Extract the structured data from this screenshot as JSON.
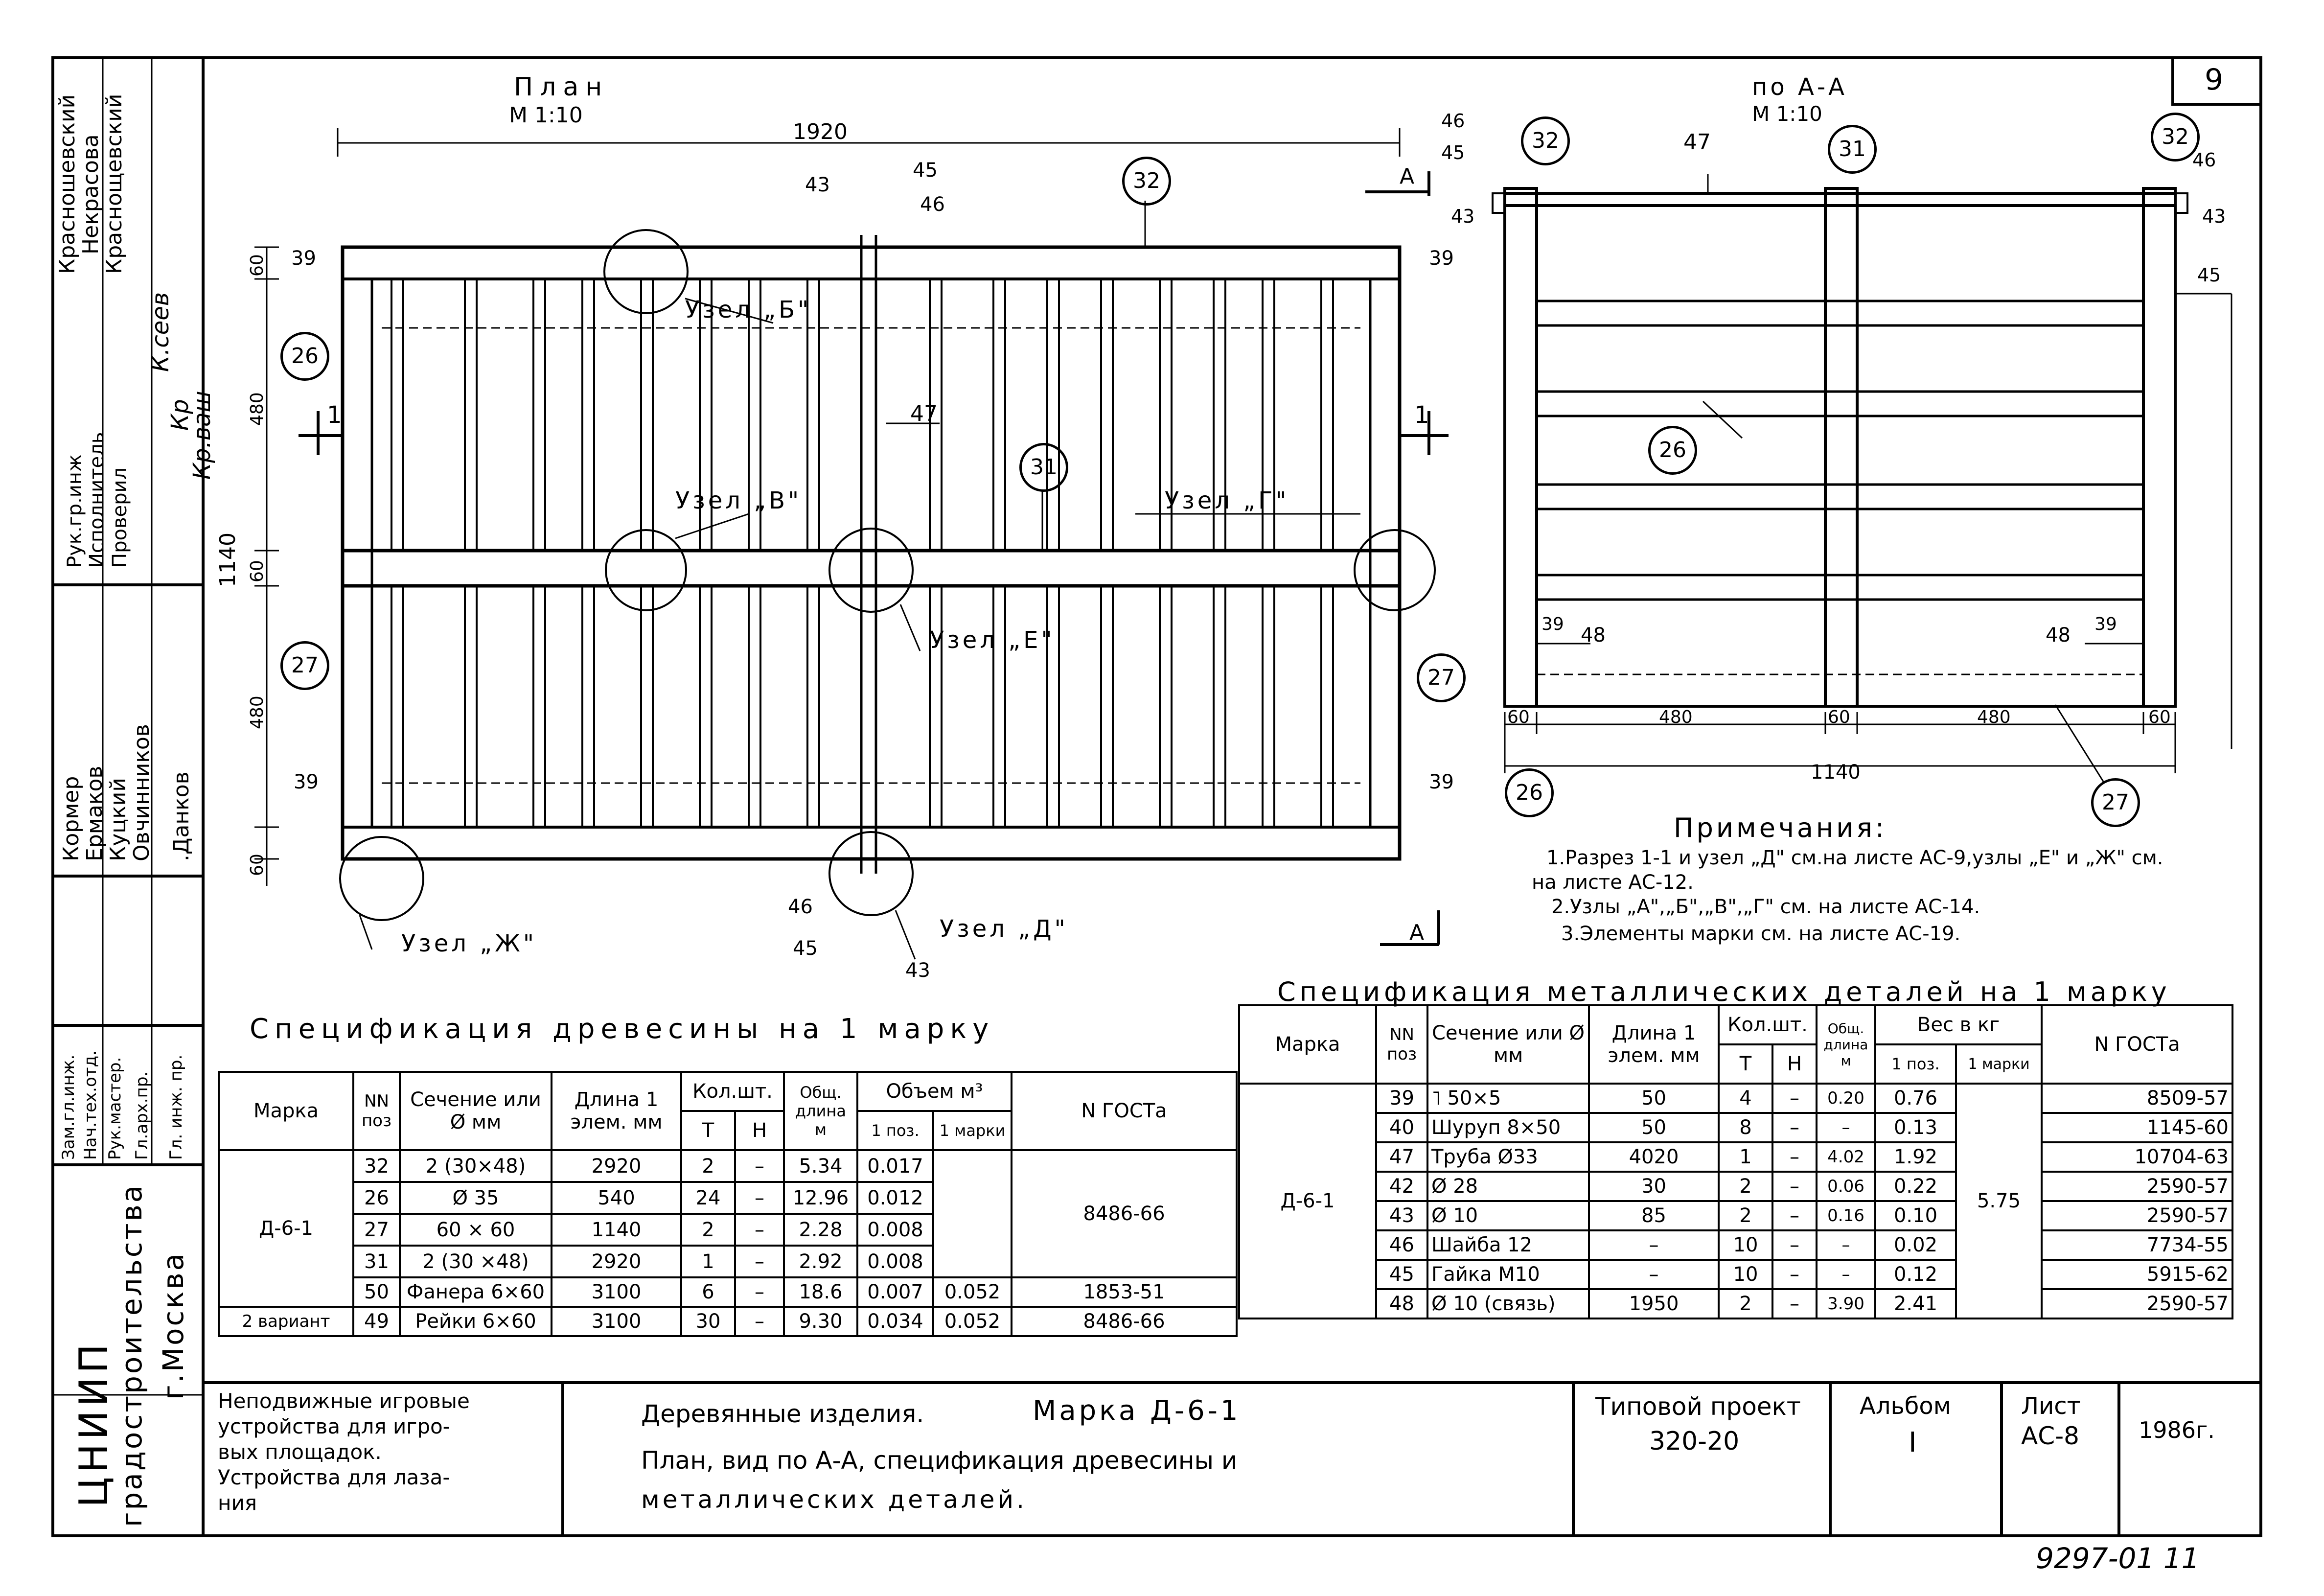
{
  "sheet": {
    "number": "9",
    "stamp": "9297-01  11"
  },
  "side_block": {
    "persons": [
      {
        "role": "",
        "name": "Красношевский"
      },
      {
        "role": "",
        "name": "Некрасова"
      },
      {
        "role": "",
        "name": "Краснощевский"
      },
      {
        "role": "",
        "name": "К.сеев"
      },
      {
        "role": "",
        "name": "Кр"
      },
      {
        "role": "",
        "name": "Кр.ваш"
      }
    ],
    "roles_mid": [
      "Рук.гр.инж",
      "Исполнитель",
      "Проверил"
    ],
    "roles_low": [
      "Кормер",
      "Ермаков",
      "Куцкий",
      "Овчинников",
      ".Данков"
    ],
    "roles_bottom": [
      "Зам.гл.инж.",
      "Нач.тех.отд.",
      "Рук.мастер.",
      "Гл.арх.пр.",
      "Гл. инж. пр."
    ],
    "org": "ЦНИИП",
    "org2": "градостроительства",
    "org3": "г.Москва"
  },
  "plan": {
    "title": "План",
    "scale": "М 1:10",
    "dim_top": "1920",
    "dims_left": [
      "60",
      "480",
      "60",
      "480",
      "60"
    ],
    "dim_total": "1140",
    "uzel_b": "Узел „Б\"",
    "uzel_v": "Узел „В\"",
    "uzel_g": "Узел „Г\"",
    "uzel_e": "Узел „Е\"",
    "uzel_d": "Узел „Д\"",
    "uzel_zh": "Узел „Ж\"",
    "marks": {
      "m26": "26",
      "m27": "27",
      "m31": "31",
      "m32": "32",
      "m47": "47",
      "m39": "39",
      "m43": "43",
      "m45": "45",
      "m46": "46",
      "cut1": "1",
      "cutA": "А"
    }
  },
  "section": {
    "title": "по А-А",
    "scale": "М 1:10",
    "dims": [
      "60",
      "480",
      "60",
      "480",
      "60"
    ],
    "dim_total": "1140",
    "marks": {
      "m32": "32",
      "m31": "31",
      "m26": "26",
      "m27": "27",
      "m47": "47",
      "m46": "46",
      "m45": "45",
      "m43": "43",
      "m48": "48",
      "m39": "39"
    }
  },
  "notes": {
    "title": "Примечания:",
    "lines": [
      "1.Разрез 1-1 и узел „Д\" см.на листе АС-9,узлы „Е\" и „Ж\" см.",
      "на листе АС-12.",
      "2.Узлы „А\",„Б\",„В\",„Г\" см. на листе АС-14.",
      "3.Элементы марки см. на листе АС-19."
    ]
  },
  "wood_spec": {
    "title": "Спецификация древесины на 1 марку",
    "headers": {
      "mark": "Марка",
      "pos": "NN поз",
      "section": "Сечение или Ø мм",
      "length": "Длина 1 элем. мм",
      "qty": "Кол.шт.",
      "qty_t": "Т",
      "qty_n": "Н",
      "total_len": "Общ. длина м",
      "volume": "Объем м³",
      "vol1": "1 поз.",
      "vol2": "1 марки",
      "gost": "N ГОСТа"
    },
    "mark_value": "Д-6-1",
    "rows": [
      {
        "pos": "32",
        "section": "2 (30×48)",
        "length": "2920",
        "t": "2",
        "n": "–",
        "total": "5.34",
        "v1": "0.017"
      },
      {
        "pos": "26",
        "section": "Ø 35",
        "length": "540",
        "t": "24",
        "n": "–",
        "total": "12.96",
        "v1": "0.012"
      },
      {
        "pos": "27",
        "section": "60 × 60",
        "length": "1140",
        "t": "2",
        "n": "–",
        "total": "2.28",
        "v1": "0.008"
      },
      {
        "pos": "31",
        "section": "2 (30 ×48)",
        "length": "2920",
        "t": "1",
        "n": "–",
        "total": "2.92",
        "v1": "0.008"
      },
      {
        "pos": "50",
        "section": "Фанера 6×60",
        "length": "3100",
        "t": "6",
        "n": "–",
        "total": "18.6",
        "v1": "0.007"
      }
    ],
    "vol_mark_1": "0.052",
    "gost_main": "8486-66",
    "gost_row5": "1853-51",
    "variant_row": {
      "mark": "2 вариант",
      "pos": "49",
      "section": "Рейки 6×60",
      "length": "3100",
      "t": "30",
      "n": "–",
      "total": "9.30",
      "v1": "0.034",
      "v2": "0.052",
      "gost": "8486-66"
    }
  },
  "metal_spec": {
    "title": "Спецификация металлических деталей на 1 марку",
    "headers": {
      "mark": "Марка",
      "pos": "NN поз",
      "section": "Сечение или Ø мм",
      "length": "Длина 1 элем. мм",
      "qty": "Кол.шт.",
      "qty_t": "Т",
      "qty_n": "Н",
      "total_len": "Общ. длина м",
      "weight": "Вес в кг",
      "w1": "1 поз.",
      "w2": "1 марки",
      "gost": "N ГОСТа"
    },
    "mark_value": "Д-6-1",
    "weight_mark": "5.75",
    "rows": [
      {
        "pos": "39",
        "section": "˥ 50×5",
        "length": "50",
        "t": "4",
        "n": "–",
        "total": "0.20",
        "w1": "0.76",
        "gost": "8509-57"
      },
      {
        "pos": "40",
        "section": "Шуруп 8×50",
        "length": "50",
        "t": "8",
        "n": "–",
        "total": "–",
        "w1": "0.13",
        "gost": "1145-60"
      },
      {
        "pos": "47",
        "section": "Труба Ø33",
        "length": "4020",
        "t": "1",
        "n": "–",
        "total": "4.02",
        "w1": "1.92",
        "gost": "10704-63"
      },
      {
        "pos": "42",
        "section": "Ø 28",
        "length": "30",
        "t": "2",
        "n": "–",
        "total": "0.06",
        "w1": "0.22",
        "gost": "2590-57"
      },
      {
        "pos": "43",
        "section": "Ø 10",
        "length": "85",
        "t": "2",
        "n": "–",
        "total": "0.16",
        "w1": "0.10",
        "gost": "2590-57"
      },
      {
        "pos": "46",
        "section": "Шайба 12",
        "length": "–",
        "t": "10",
        "n": "–",
        "total": "–",
        "w1": "0.02",
        "gost": "7734-55"
      },
      {
        "pos": "45",
        "section": "Гайка М10",
        "length": "–",
        "t": "10",
        "n": "–",
        "total": "–",
        "w1": "0.12",
        "gost": "5915-62"
      },
      {
        "pos": "48",
        "section": "Ø 10 (связь)",
        "length": "1950",
        "t": "2",
        "n": "–",
        "total": "3.90",
        "w1": "2.41",
        "gost": "2590-57"
      }
    ]
  },
  "title_block": {
    "object": "Неподвижные игровые устройства для игровых площадок. Устройства для лазания",
    "object_lines": [
      "Неподвижные игровые",
      "устройства для игро-",
      "вых площадок.",
      "Устройства для лаза-",
      "ния"
    ],
    "desc1": "Деревянные изделия.",
    "mark_label": "Марка Д-6-1",
    "desc2": "План, вид по А-А, спецификация древесины и",
    "desc3": "металлических деталей.",
    "project_label": "Типовой проект",
    "project_value": "320-20",
    "album_label": "Альбом",
    "album_value": "I",
    "sheet_label": "Лист",
    "sheet_value": "АС-8",
    "year": "1986г."
  }
}
